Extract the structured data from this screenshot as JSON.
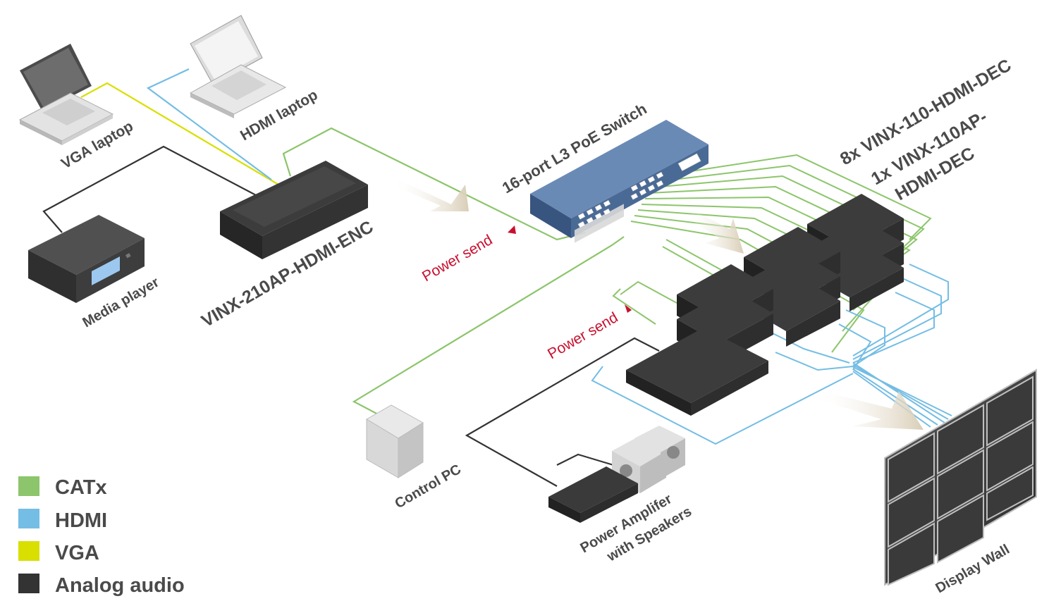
{
  "labels": {
    "vga_laptop": "VGA laptop",
    "hdmi_laptop": "HDMI laptop",
    "media_player": "Media player",
    "encoder": "VINX-210AP-HDMI-ENC",
    "switch": "16-port L3 PoE Switch",
    "decoders_line1": "8x VINX-110-HDMI-DEC",
    "decoders_line2": "1x VINX-110AP-",
    "decoders_line3": "HDMI-DEC",
    "power_send_1": "Power send",
    "power_send_2": "Power send",
    "control_pc": "Control PC",
    "amp_line1": "Power Amplifer",
    "amp_line2": "with Speakers",
    "display_wall": "Display Wall"
  },
  "legend": [
    {
      "label": "CATx",
      "color": "#8cc56b"
    },
    {
      "label": "HDMI",
      "color": "#74bde4"
    },
    {
      "label": "VGA",
      "color": "#d9df00"
    },
    {
      "label": "Analog audio",
      "color": "#333333"
    }
  ],
  "colors": {
    "catx": "#8cc56b",
    "hdmi": "#74bde4",
    "vga": "#d9df00",
    "audio": "#333333",
    "power_send": "#c8102e",
    "switch_body": "#4a6a96"
  }
}
